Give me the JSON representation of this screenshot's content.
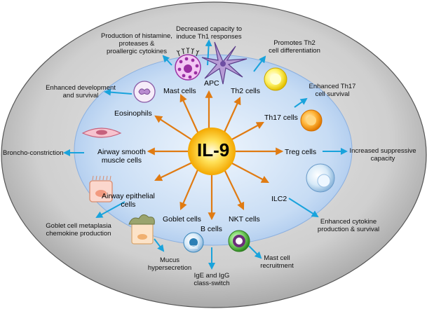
{
  "center_label": "IL-9",
  "cells": {
    "apc": "APC",
    "mast": "Mast cells",
    "th2": "Th2 cells",
    "eosinophils": "Eosinophils",
    "th17": "Th17 cells",
    "airway_smooth": "Airway smooth\nmuscle cells",
    "treg": "Treg cells",
    "airway_epithelial": "Airway epithelial\ncells",
    "ilc2": "ILC2",
    "goblet": "Goblet cells",
    "bcells": "B cells",
    "nkt": "NKT cells"
  },
  "effects": {
    "apc": "Decreased capacity to\ninduce Th1 responses",
    "mast": "Production of histamine,\nproteases &\nproallergic cytokines",
    "th2": "Promotes Th2\ncell differentiation",
    "eosinophils": "Enhanced development\nand survival",
    "th17": "Enhanced Th17\ncell survival",
    "airway_smooth": "Broncho-constriction",
    "treg": "Increased suppressive\ncapacity",
    "airway_epithelial": "Goblet cell metaplasia\nchemokine production",
    "ilc2": "Enhanced cytokine\nproduction & survival",
    "goblet": "Mucus\nhypersecretion",
    "bcells": "IgE and IgG\nclass-switch",
    "nkt": "Mast cell\nrecruitment"
  },
  "colors": {
    "outer_ellipse": "#a6a6a6",
    "inner_ellipse": "#b8d3f0",
    "center_glow": "#ffd000",
    "orange_arrow": "#e07b12",
    "blue_arrow": "#19a3dc"
  },
  "icons": [
    "mast-cell-icon",
    "apc-dendritic-icon",
    "th2-cell-icon",
    "eosinophil-icon",
    "th17-cell-icon",
    "smooth-muscle-cell-icon",
    "treg-cell-icon",
    "epithelial-cell-icon",
    "ilc2-cell-icon",
    "goblet-cell-icon",
    "b-cell-icon",
    "nkt-cell-icon"
  ]
}
